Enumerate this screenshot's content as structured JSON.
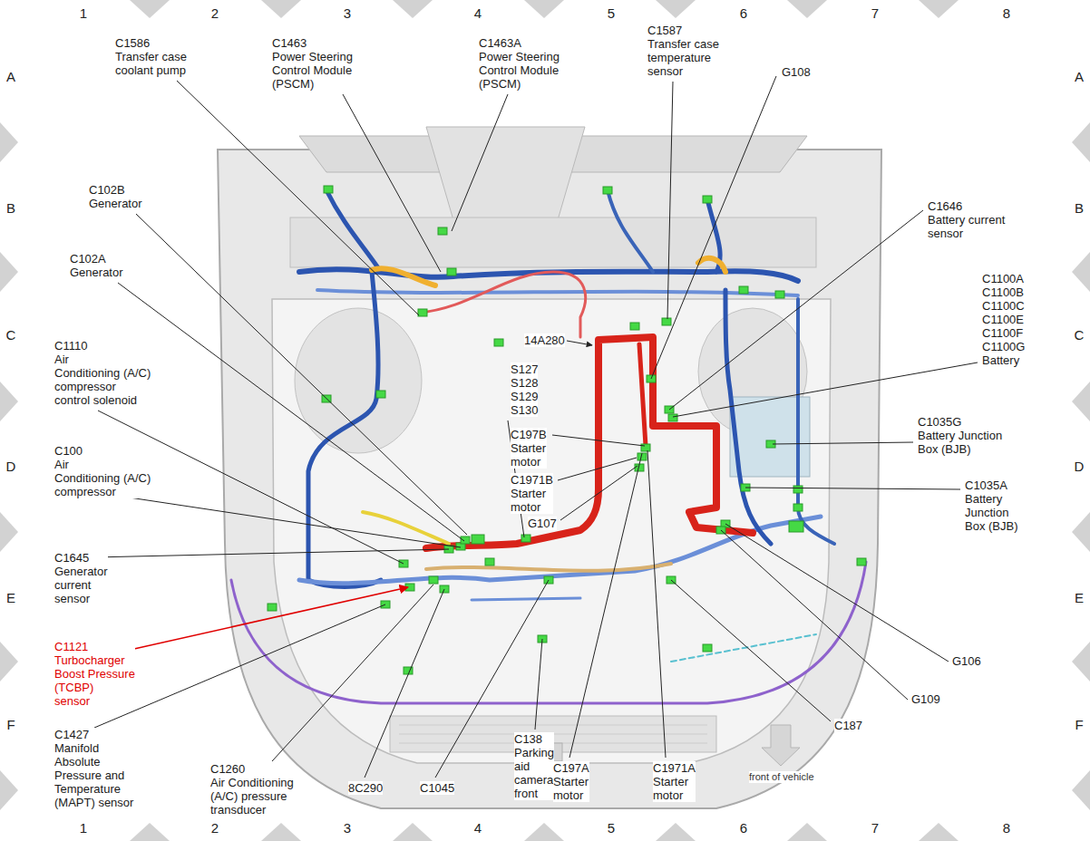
{
  "diagram": {
    "labels": [
      "1",
      "2",
      "3",
      "4",
      "5",
      "6",
      "7",
      "8",
      "A",
      "B",
      "C",
      "D",
      "E",
      "F",
      "A",
      "B",
      "C",
      "D",
      "E",
      "F",
      "1",
      "2",
      "3",
      "4",
      "5",
      "6",
      "7",
      "8",
      "C1586 Transfer case coolant pump",
      "C1463 Power Steering Control Module (PSCM)",
      "C1463A Power Steering Control Module (PSCM)",
      "C1587 Transfer case temperature sensor",
      "G108",
      "C102B Generator",
      "C1646 Battery current sensor",
      "C102A Generator",
      "C1100A C1100B C1100C C1100E C1100F C1100G Battery",
      "C1110 Air Conditioning (A/C) compressor control solenoid",
      "14A280",
      "S127 S128 S129 S130",
      "C197B Starter motor",
      "C1035G Battery Junction Box (BJB)",
      "C100 Air Conditioning (A/C) compressor",
      "C1971B Starter motor",
      "C1035A Battery Junction Box (BJB)",
      "G107",
      "C1645 Generator current sensor",
      "C1121 Turbocharger Boost Pressure (TCBP) sensor",
      "G106",
      "G109",
      "C187",
      "C1427 Manifold Absolute Pressure and Temperature (MAPT) sensor",
      "C138 Parking aid camera front",
      "C197A Starter motor",
      "C1971A Starter motor",
      "C1260 Air Conditioning (A/C) pressure transducer",
      "8C290",
      "C1045",
      "front of vehicle"
    ]
  }
}
